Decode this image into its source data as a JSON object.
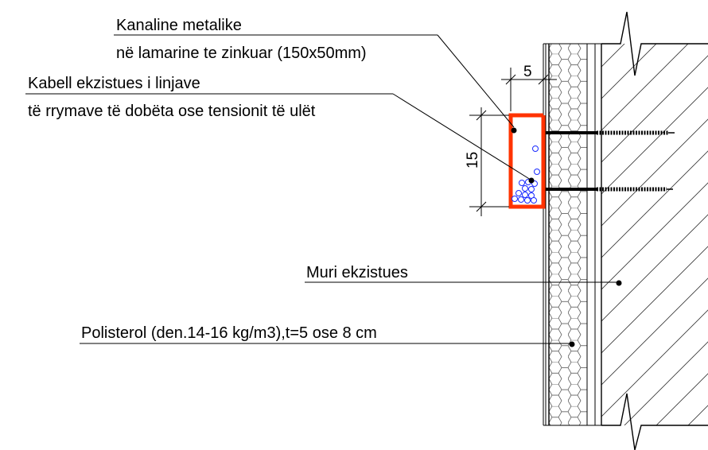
{
  "labels": {
    "channel_line1": "Kanaline metalike",
    "channel_line2": "në lamarine te zinkuar (150x50mm)",
    "cable_line1": "Kabell ekzistues i linjave",
    "cable_line2": "të rrymave të dobëta ose tensionit të ulët",
    "wall": "Muri ekzistues",
    "insulation": "Polisterol (den.14-16 kg/m3),t=5 ose 8 cm"
  },
  "dimensions": {
    "width": "5",
    "height": "15"
  },
  "colors": {
    "channel": "#ff3300",
    "cable": "#1a2bff",
    "line": "#000000"
  }
}
